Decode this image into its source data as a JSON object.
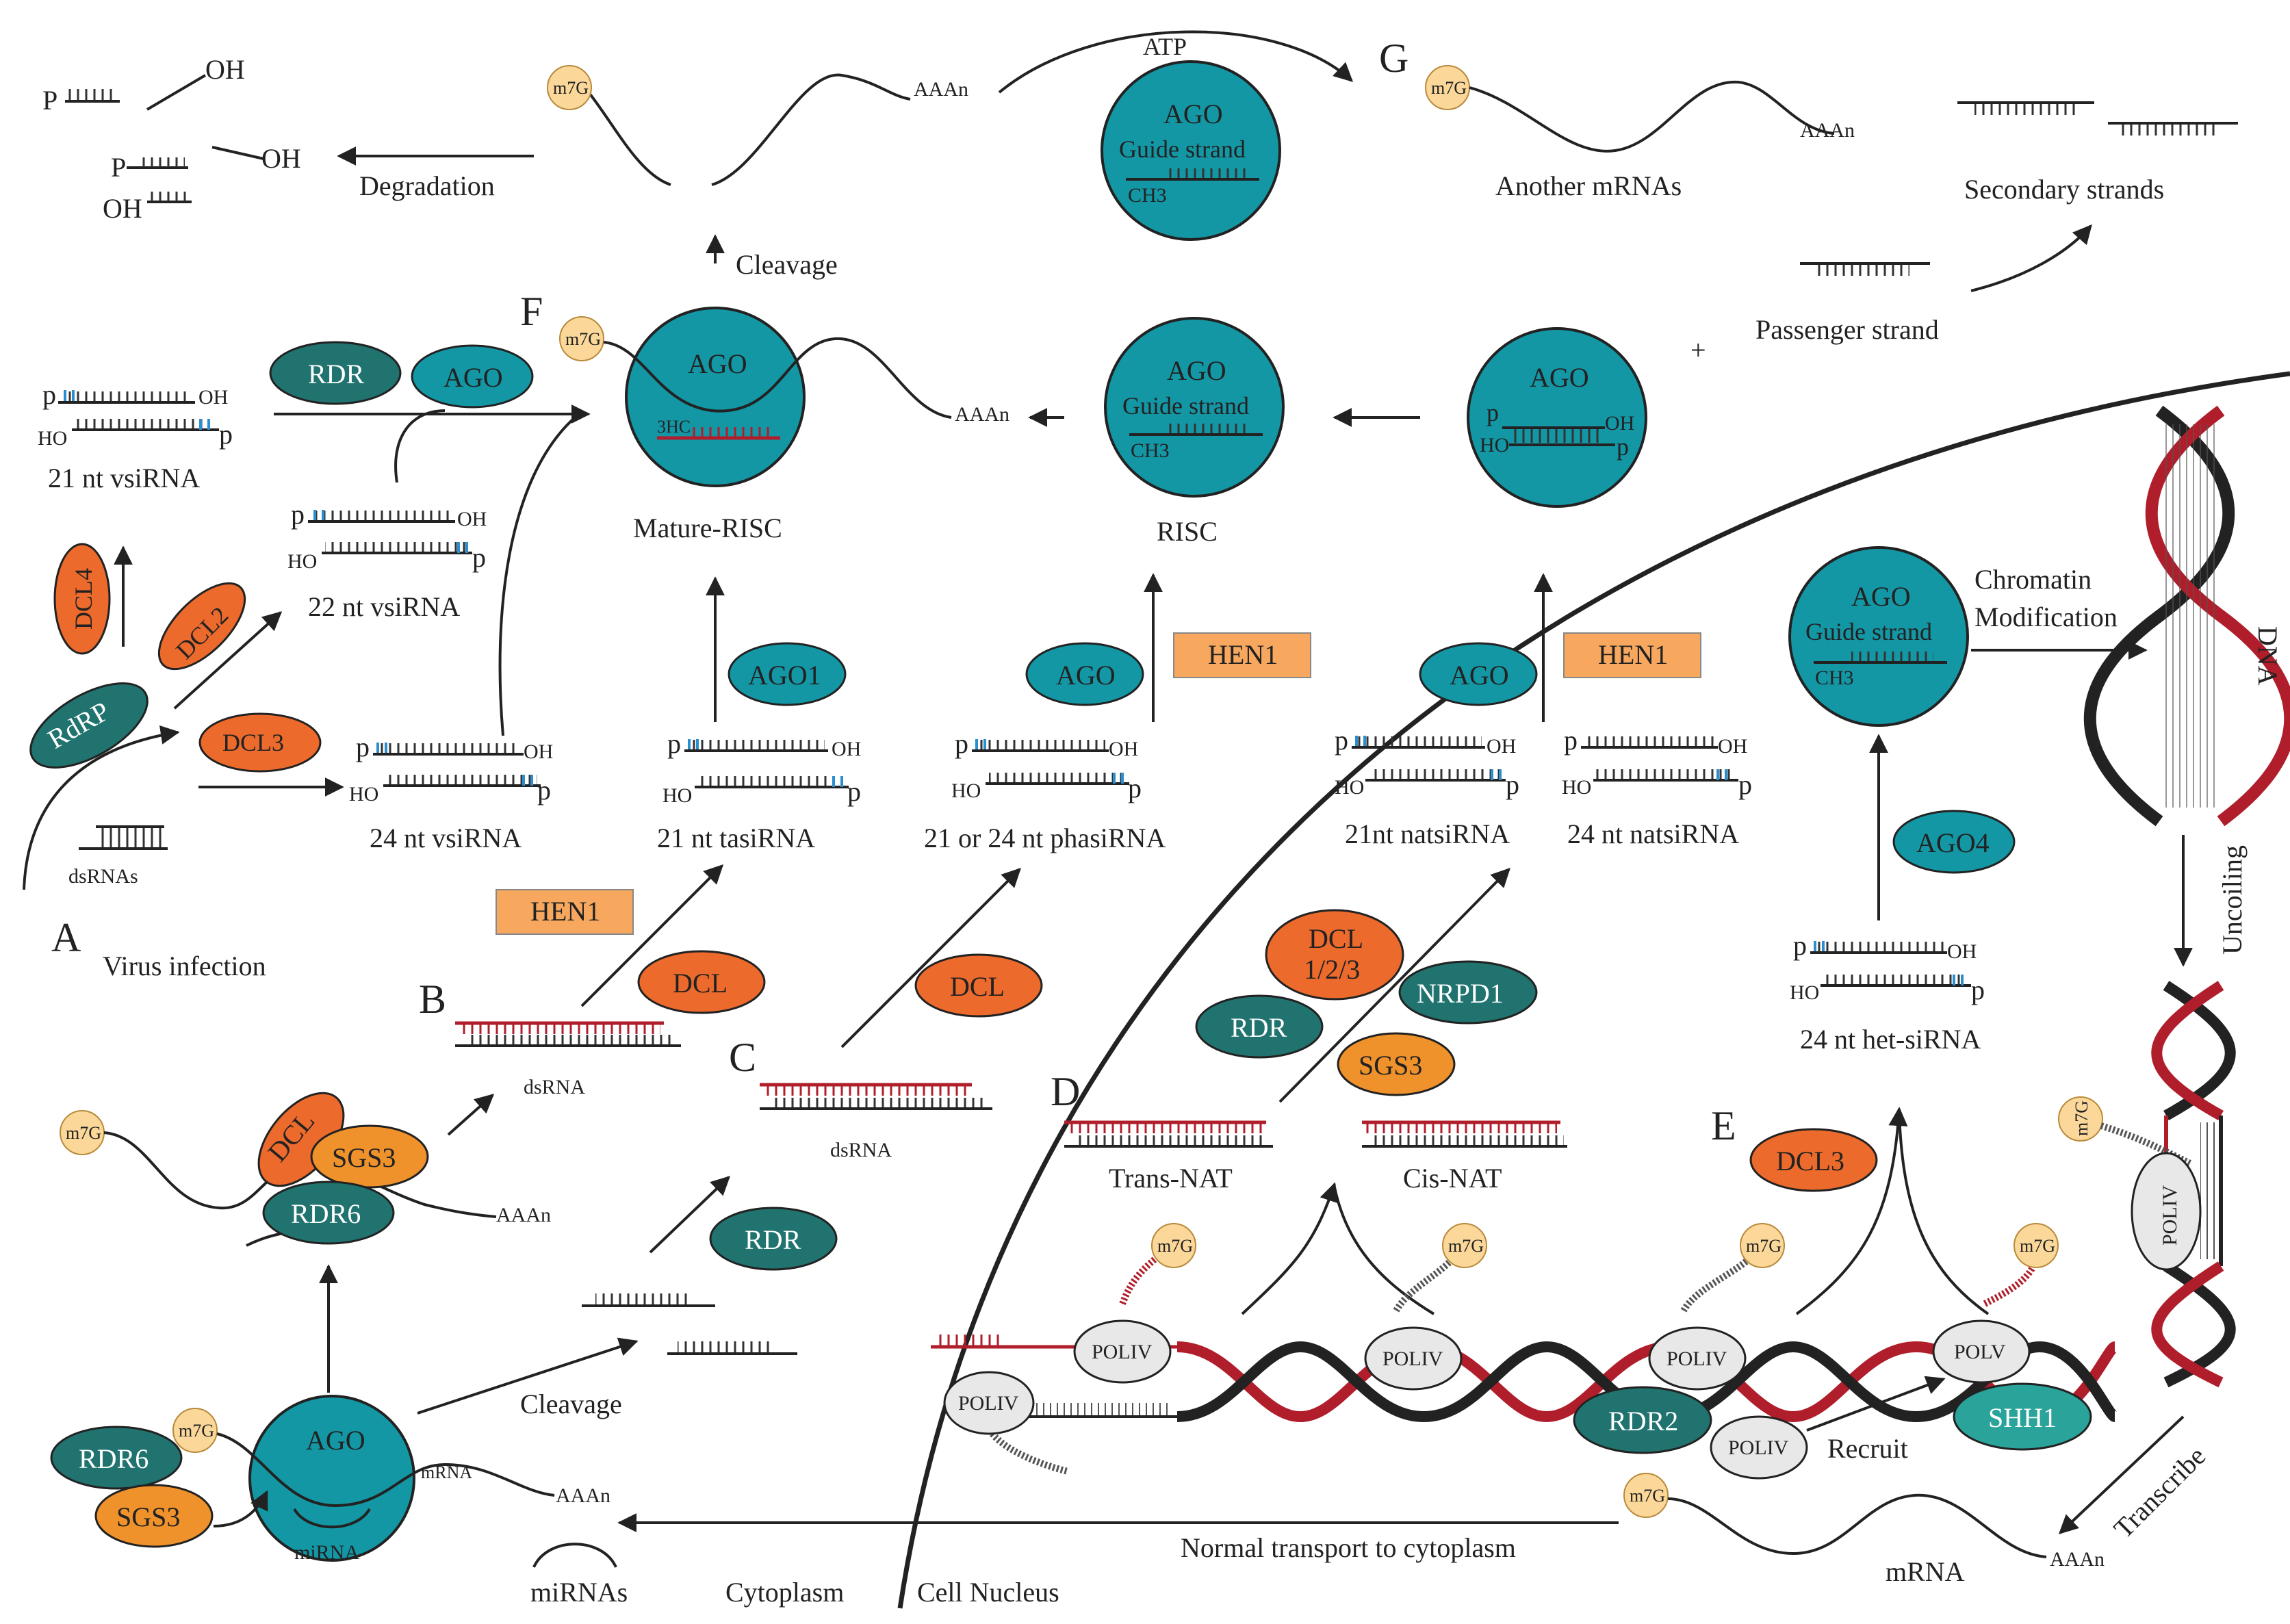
{
  "colors": {
    "teal": "#1497a5",
    "dark_teal": "#20736f",
    "orange": "#ec6a2c",
    "amber": "#f0922c",
    "hen1": "#f7a85e",
    "cap": "#fbd89a",
    "red": "#b01e2b",
    "blue": "#2a8fd0",
    "poliv": "#e8e8e8"
  },
  "letters": {
    "a": "A",
    "b": "B",
    "c": "C",
    "d": "D",
    "e": "E",
    "f": "F",
    "g": "G"
  },
  "proteins": {
    "rdr": "RDR",
    "ago": "AGO",
    "ago1": "AGO1",
    "ago4": "AGO4",
    "dcl4": "DCL4",
    "dcl2": "DCL2",
    "dcl3": "DCL3",
    "dcl": "DCL",
    "dcl123_line1": "DCL",
    "dcl123_line2": "1/2/3",
    "rdrp": "RdRP",
    "hen1": "HEN1",
    "sgs3": "SGS3",
    "rdr6": "RDR6",
    "rdr2": "RDR2",
    "nrpd1": "NRPD1",
    "shh1": "SHH1",
    "poliv": "POLIV",
    "polv": "POLV"
  },
  "cap_label": "m7G",
  "tail_label": "AAAn",
  "ends": {
    "p": "p",
    "cap_p": "P",
    "oh": "OH",
    "ho": "HO",
    "ch3": "CH3",
    "three_hc": "3HC"
  },
  "rna_labels": {
    "vsirna21": "21 nt vsiRNA",
    "vsirna22": "22 nt vsiRNA",
    "vsirna24": "24 nt vsiRNA",
    "tasirna": "21 nt tasiRNA",
    "phasirna": "21 or 24 nt phasiRNA",
    "natsirna21": "21nt natsiRNA",
    "natsirna24": "24 nt natsiRNA",
    "hetsirna": "24 nt het-siRNA",
    "dsrnas": "dsRNAs",
    "dsrna": "dsRNA",
    "trans_nat": "Trans-NAT",
    "cis_nat": "Cis-NAT",
    "mirna": "miRNA",
    "mirnas": "miRNAs",
    "mrna_small": "mRNA",
    "mrna": "mRNA",
    "guide_strand": "Guide strand"
  },
  "process_labels": {
    "degradation": "Degradation",
    "cleavage": "Cleavage",
    "atp": "ATP",
    "another_mrnas": "Another mRNAs",
    "secondary_strands": "Secondary strands",
    "passenger_strand": "Passenger strand",
    "plus": "+",
    "mature_risc": "Mature-RISC",
    "risc": "RISC",
    "chromatin_line1": "Chromatin",
    "chromatin_line2": "Modification",
    "dna": "DNA",
    "uncoiling": "Uncoiling",
    "virus_infection": "Virus infection",
    "recruit": "Recruit",
    "transcribe": "Transcribe",
    "normal_transport": "Normal transport to cytoplasm",
    "cytoplasm": "Cytoplasm",
    "cell_nucleus": "Cell Nucleus"
  }
}
